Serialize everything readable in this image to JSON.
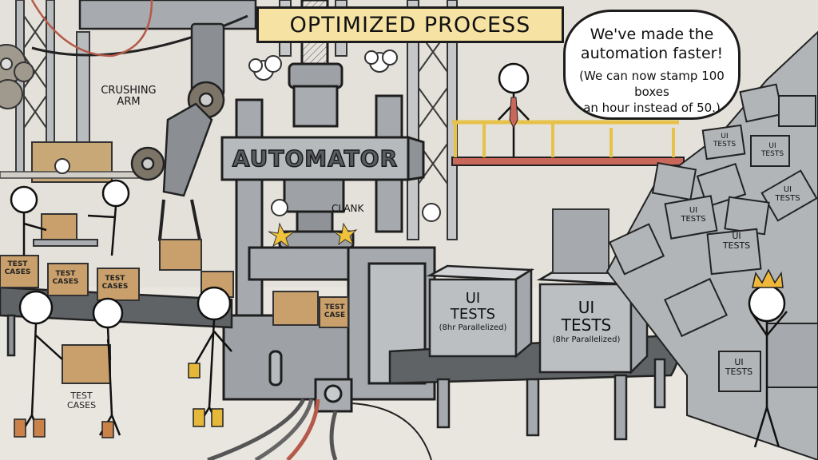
{
  "title": "OPTIMIZED PROCESS",
  "speech_bubble": {
    "line1": "We've made the",
    "line2": "automation faster!",
    "line3": "(We can now stamp 100 boxes",
    "line4": "an hour instead of 50.)"
  },
  "labels": {
    "crushing_arm_1": "CRUSHING",
    "crushing_arm_2": "ARM",
    "clank": "CLANK",
    "machine_name": "AUTOMATOR"
  },
  "input_boxes": {
    "label_line1": "TEST",
    "label_line2": "CASES",
    "press_box_line1": "TEST",
    "press_box_line2": "CASE",
    "carried_line1": "TEST",
    "carried_line2": "CASES"
  },
  "output_crates": [
    {
      "line1": "UI",
      "line2": "TESTS",
      "line3": "(8hr Parallelized)"
    },
    {
      "line1": "UI",
      "line2": "TESTS",
      "line3": "(8hr Parallelized)"
    }
  ],
  "pile_crate": {
    "line1": "UI",
    "line2": "TESTS"
  },
  "colors": {
    "background": "#e6e3dc",
    "banner": "#f6e3a4",
    "metal": "#9ea2a6",
    "metal_dark": "#6f7377",
    "cardboard": "#c9a06b",
    "railing": "#e6c24a",
    "platform": "#c8685a",
    "crown": "#f0b83a"
  }
}
